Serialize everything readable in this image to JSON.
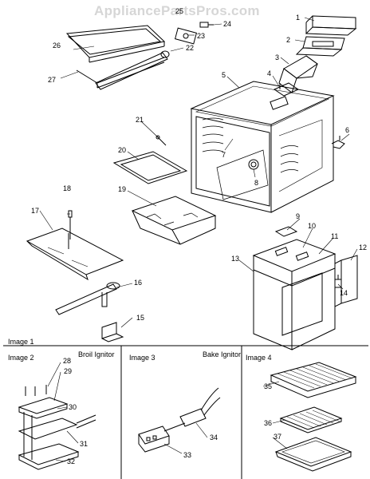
{
  "watermark": "AppliancePartsPros.com",
  "images": {
    "image1": "Image 1",
    "image2": "Image 2",
    "image3": "Image 3",
    "image4": "Image 4"
  },
  "captions": {
    "broil": "Broil Ignitor",
    "bake": "Bake Ignitor"
  },
  "callouts": [
    "1",
    "2",
    "3",
    "4",
    "5",
    "6",
    "7",
    "8",
    "9",
    "10",
    "11",
    "12",
    "13",
    "14",
    "15",
    "16",
    "17",
    "18",
    "19",
    "20",
    "21",
    "22",
    "23",
    "24",
    "25",
    "26",
    "27",
    "28",
    "29",
    "30",
    "31",
    "32",
    "33",
    "34",
    "35",
    "36",
    "37"
  ]
}
